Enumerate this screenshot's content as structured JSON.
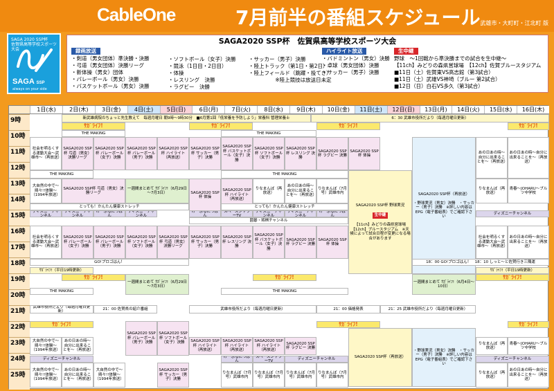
{
  "header": {
    "brand": "CableOne",
    "title": "7月前半の番組スケジュール",
    "region": "武雄市・大町町・江北町 版"
  },
  "logo": {
    "line1": "SAGA 2020 SSP杯",
    "line2": "佐賀県高等学校スポーツ大会",
    "name": "SAGA",
    "name_small": "SSP",
    "tagline": "always on your side"
  },
  "info": {
    "title": "SAGA2020 SSP杯　佐賀県高等学校スポーツ大会",
    "col1_head": "録画放送",
    "col1": [
      "・剣道（男女団体）準決勝・決勝",
      "・弓道（男女団体）決勝リーグ",
      "・新体操（男女）団体",
      "・バレーボール（男女）決勝",
      "・バスケットボール（男女）決勝"
    ],
    "col2": [
      "・ソフトボール（女子）決勝",
      "・競泳（1日目・2日目）",
      "・体操",
      "・レスリング　決勝",
      "・ラグビー　決勝"
    ],
    "col3": [
      "・サッカー（男子）決勝",
      "・陸上トラック（第1日・第2日）",
      "・陸上フィールド（跳躍・投てき）"
    ],
    "col3_note": "※陸上競技は放送日未定",
    "col4_head": "ハイライト放送",
    "col4": [
      "・バドミントン（男女）決勝",
      "・卓球（男女団体）決勝",
      "・サッカー（男子）決勝"
    ],
    "col5_head": "生中継",
    "col5": [
      "野球　～1回戦から準決勝までの試合を生中継～",
      "【11ch】みどりの森県営球場　【12ch】佐賀ブルースタジアム",
      "■11日（土）佐賀東VS高志館（第3試合）",
      "■11日（土）武雄VS神埼（ブルー 第2試合）",
      "■12日（日）白石VS多久（第3試合）"
    ]
  },
  "days": [
    "1日(水)",
    "2日(木)",
    "3日(金)",
    "4日(土)",
    "5日(日)",
    "6日(月)",
    "7日(火)",
    "8日(水)",
    "9日(木)",
    "10日(金)",
    "11日(土)",
    "12日(日)",
    "13日(月)",
    "14日(火)",
    "15日(水)",
    "16日(木)"
  ],
  "hours": [
    "9時",
    "10時",
    "11時",
    "12時",
    "13時",
    "14時",
    "15時",
    "16時",
    "17時",
    "18時",
    "19時",
    "20時",
    "21時",
    "22時",
    "23時",
    "24時",
    "25時"
  ],
  "cells": {
    "c1": "新武雄病院のちょっと先生教えて　毎週月曜日 朝9時～9時30分　■6月第1回「低栄養を予防しよう」栄養科 管理栄養士",
    "c2": "6：30 武雄市役所だより（毎週月曜日更新）",
    "c3": "ｻｶﾞﾗｲﾌ!",
    "c4": "THE MAKING",
    "c5": "社会を明るくする運動大会～武雄市～（再放送）",
    "c6": "SAGA2020 SSP杯 弓道（男女）決勝リーグ",
    "c7": "SAGA2020 SSP杯 バレーボール（女子）決勝",
    "c8": "SAGA2020 SSP杯 バレーボール（男子）決勝",
    "c9": "SAGA2020 SSP杯 ハイライト（再放送）",
    "c10": "SAGA2020 SSP杯 サッカー（男子）決勝",
    "c11": "SAGA2020 SSP杯 バスケットボール（女子）決勝",
    "c12": "SAGA2020 SSP杯 ソフトボール（女子）決勝",
    "c13": "SAGA2020 SSP杯 レスリング 決勝",
    "c14": "SAGA2020 SSP杯 ラグビー 決勝",
    "c15": "SAGA2020 SSP杯 体操",
    "c16": "SAGA2020 SSP杯 野球実況",
    "c17": "生中継",
    "c18": "【11ch】みどりの森県営球場　【12ch】ブルースタジアム　※天候によって試合日程が変更になる場合があります",
    "c19": "SAGA2020 SSP杯（再放送）",
    "c20": "・野球実況（男女）決勝　・サッカー（男子）決勝　※詳しい内容はEPG（電子番組表）でご確認下さい",
    "c21": "あの日あの時～自分に出来ることを～（再放送）",
    "c22": "一週間まとめて ｻｶﾞﾗｲﾌ!（6月29日～7月3日）",
    "c23": "一週間まとめて ｻｶﾞﾗｲﾌ!（6月4日～10日）",
    "c24": "とっても！かんたん健康ストレッチ",
    "c25": "ディズニーチャンネル",
    "c26": "囲碁・将棋チャンネル",
    "c27": "GO!プロゴはん！",
    "c28": "18：00 GO!プロゴはん！　18：10 しっと～と佐賀行き三隅運",
    "c29": "21：00 佐賀県の紹介番組",
    "c30": "武雄市役所だより（毎週月曜日更新）",
    "c31": "21：25 武雄市役所だより（毎週月曜日更新）",
    "c32": "21：00 価格発表",
    "c33": "大自然の中で～晴々!!体験～（1994年放送）",
    "c34": "りなまんぼ（再放送）",
    "c35": "青春～JOHARU～ブルツ中学校",
    "c36": "スペースシャワーTV",
    "c37": "けーぶるにっぽん",
    "c38": "りなまんぼ（7月号）武雄市内",
    "c39": "ｻｶﾞﾗｲﾌ!（平日19時更新）"
  }
}
